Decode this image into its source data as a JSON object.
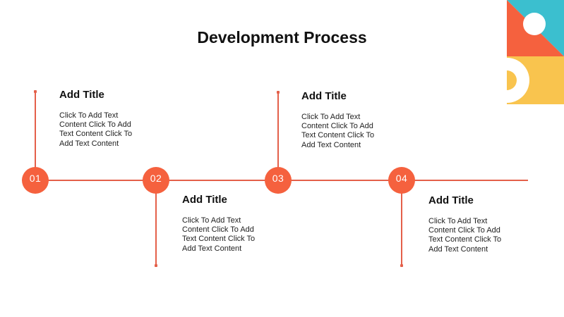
{
  "slide": {
    "title": "Development Process"
  },
  "timeline": {
    "items": [
      {
        "number": "01",
        "title": "Add Title",
        "body_lines": [
          "Click To Add Text",
          "Content Click To Add",
          "Text Content Click To",
          "Add Text Content"
        ],
        "direction": "up"
      },
      {
        "number": "02",
        "title": "Add Title",
        "body_lines": [
          "Click To Add Text",
          "Content Click To Add",
          "Text Content Click To",
          "Add Text Content"
        ],
        "direction": "down"
      },
      {
        "number": "03",
        "title": "Add Title",
        "body_lines": [
          "Click To Add Text",
          "Content Click To Add",
          "Text Content Click To",
          "Add Text Content"
        ],
        "direction": "up"
      },
      {
        "number": "04",
        "title": "Add Title",
        "body_lines": [
          "Click To Add Text",
          "Content Click To Add",
          "Text Content Click To",
          "Add Text Content"
        ],
        "direction": "down"
      }
    ]
  },
  "colors": {
    "accent_orange": "#F5613E",
    "line_orange": "#E4604A",
    "teal": "#3BBFCF",
    "yellow": "#F9C44E",
    "decor_white": "#FFFFFF"
  },
  "decor": {
    "top_shape": "teal-orange-diagonal-square-with-white-circle",
    "bottom_shape": "yellow-square-with-white-half-ring"
  }
}
